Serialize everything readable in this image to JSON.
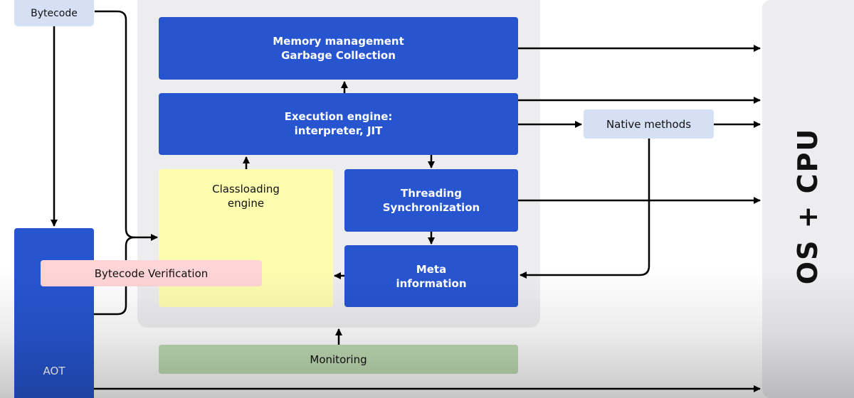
{
  "diagram": {
    "title": "JVM architecture",
    "inputs": {
      "bytecode": "Bytecode",
      "aot": "AOT",
      "bytecode_verification": "Bytecode Verification"
    },
    "jvm": {
      "memory_management": [
        "Memory management",
        "Garbage Collection"
      ],
      "execution_engine": [
        "Execution engine:",
        "interpreter, JIT"
      ],
      "classloading_engine": [
        "Classloading",
        "engine"
      ],
      "threading": [
        "Threading",
        "Synchronization"
      ],
      "meta_information": [
        "Meta",
        "information"
      ]
    },
    "monitoring": "Monitoring",
    "native_methods": "Native methods",
    "os_cpu": "OS + CPU"
  },
  "colors": {
    "component_blue": "#2755d0",
    "classloading_yellow": "#fdfdb0",
    "verification_pink": "#ffd4d6",
    "monitoring_green": "#c0dcb4",
    "input_lightblue": "#d6e0f5",
    "panel_gray": "#ededf0"
  },
  "connections": [
    {
      "from": "Bytecode",
      "to": "AOT"
    },
    {
      "from": "Bytecode",
      "to": "Classloading engine"
    },
    {
      "from": "AOT",
      "to": "Classloading engine"
    },
    {
      "from": "AOT",
      "to": "OS + CPU"
    },
    {
      "from": "Classloading engine",
      "to": "Execution engine"
    },
    {
      "from": "Execution engine",
      "to": "Memory management"
    },
    {
      "from": "Execution engine",
      "to": "Threading"
    },
    {
      "from": "Execution engine",
      "to": "Native methods"
    },
    {
      "from": "Execution engine",
      "to": "OS + CPU"
    },
    {
      "from": "Threading",
      "to": "Meta information"
    },
    {
      "from": "Threading",
      "to": "OS + CPU"
    },
    {
      "from": "Meta information",
      "to": "Classloading engine"
    },
    {
      "from": "Memory management",
      "to": "OS + CPU"
    },
    {
      "from": "Native methods",
      "to": "OS + CPU"
    },
    {
      "from": "Native methods",
      "to": "Meta information"
    },
    {
      "from": "Monitoring",
      "to": "JVM"
    }
  ]
}
